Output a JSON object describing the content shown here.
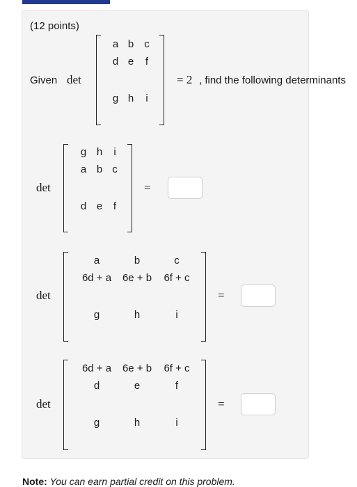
{
  "points": "(12 points)",
  "given": {
    "label": "Given",
    "det": "det",
    "rows": [
      [
        "a",
        "b",
        "c"
      ],
      [
        "d",
        "e",
        "f"
      ],
      [
        "g",
        "h",
        "i"
      ]
    ],
    "equals_value": "= 2",
    "tail": ", find the following determinants"
  },
  "problems": [
    {
      "det": "det",
      "rows": [
        [
          "g",
          "h",
          "i"
        ],
        [
          "a",
          "b",
          "c"
        ],
        [
          "d",
          "e",
          "f"
        ]
      ],
      "equals": "=",
      "answer": ""
    },
    {
      "det": "det",
      "rows": [
        [
          "a",
          "b",
          "c"
        ],
        [
          "6d + a",
          "6e + b",
          "6f + c"
        ],
        [
          "g",
          "h",
          "i"
        ]
      ],
      "equals": "=",
      "answer": ""
    },
    {
      "det": "det",
      "rows": [
        [
          "6d + a",
          "6e + b",
          "6f + c"
        ],
        [
          "d",
          "e",
          "f"
        ],
        [
          "g",
          "h",
          "i"
        ]
      ],
      "equals": "=",
      "answer": ""
    }
  ],
  "note": {
    "label": "Note:",
    "text": "You can earn partial credit on this problem."
  }
}
